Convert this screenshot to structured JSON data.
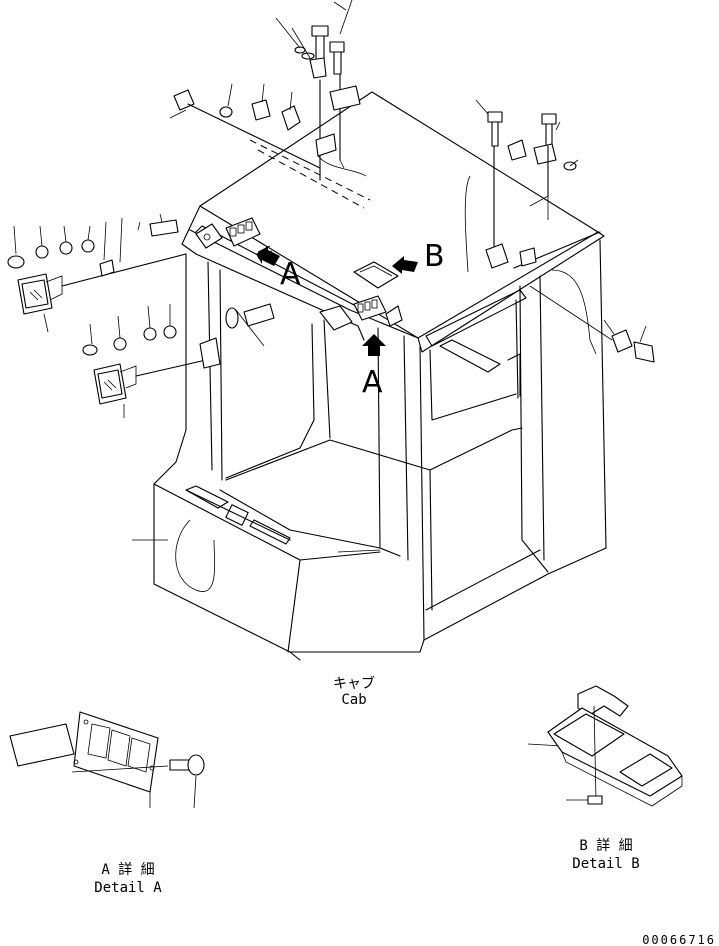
{
  "callouts": {
    "arrow_a_top": "A",
    "arrow_a_front": "A",
    "arrow_b": "B"
  },
  "main_view": {
    "label_jp": "キャブ",
    "label_en": "Cab"
  },
  "detail_a": {
    "label_jp": "A 詳 細",
    "label_en": "Detail A"
  },
  "detail_b": {
    "label_jp": "B 詳 細",
    "label_en": "Detail B"
  },
  "drawing_number": "00066716"
}
